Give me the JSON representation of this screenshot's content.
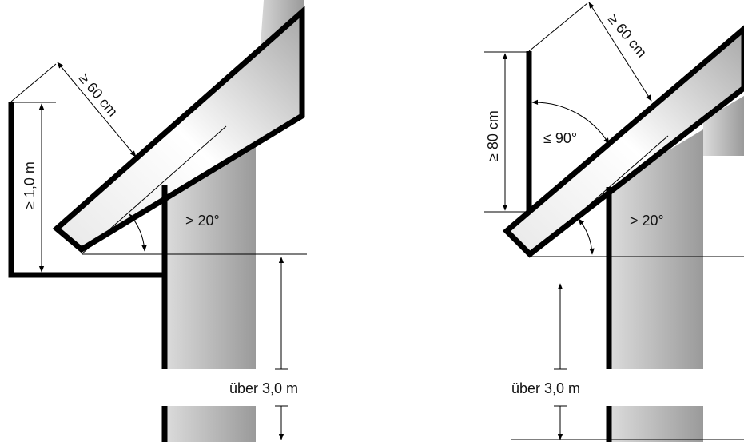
{
  "colors": {
    "roof_fill_start": "#c9c9c9",
    "roof_fill_end": "#ffffff",
    "chimney_fill_start": "#dcdcdc",
    "chimney_fill_end": "#9a9a9a",
    "outline": "#000000",
    "background": "#ffffff"
  },
  "left_figure": {
    "label_clearance": "≥ 60 cm",
    "label_height": "≥ 1,0 m",
    "label_angle": "> 20°",
    "label_distance": "über 3,0 m"
  },
  "right_figure": {
    "label_clearance": "≥ 60 cm",
    "label_height": "≥ 80 cm",
    "label_right_angle": "≤ 90°",
    "label_angle": "> 20°",
    "label_distance": "über 3,0 m"
  }
}
